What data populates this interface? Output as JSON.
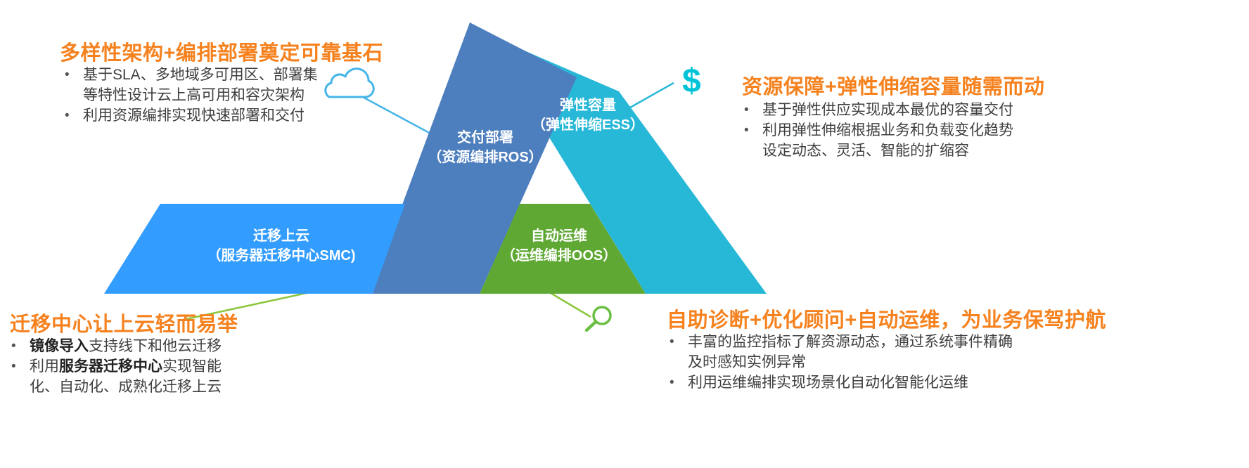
{
  "figure": {
    "bands": {
      "deploy": {
        "title": "交付部署",
        "subtitle": "（资源编排ROS）",
        "color": "#4d7ebe"
      },
      "elastic": {
        "title": "弹性容量",
        "subtitle": "（弹性伸缩ESS）",
        "color": "#27b7d7"
      },
      "ops": {
        "title": "自动运维",
        "subtitle": "（运维编排OOS）",
        "color": "#5fa834"
      },
      "migrate": {
        "title": "迁移上云",
        "subtitle": "（服务器迁移中心SMC)",
        "color": "#339dff"
      }
    },
    "dollar_glyph": "$",
    "accent_colors": {
      "cloud": "#45b5e8",
      "dollar": "#00c3d7",
      "magnifier": "#6abf43",
      "line_blue": "#45b5e8",
      "line_cyan": "#29b8d8",
      "line_green": "#8cc63f"
    }
  },
  "ui": {
    "bullet_char": "•",
    "heading_color": "#f5821f",
    "text_color": "#3f3f3f"
  },
  "callouts": {
    "top_left": {
      "heading": "多样性架构+编排部署奠定可靠基石",
      "bullet1_line1": "基于SLA、多地域多可用区、部署集",
      "bullet1_line2": "等特性设计云上高可用和容灾架构",
      "bullet2_line1": "利用资源编排实现快速部署和交付"
    },
    "top_right": {
      "heading": "资源保障+弹性伸缩容量随需而动",
      "bullet1_line1": "基于弹性供应实现成本最优的容量交付",
      "bullet2_line1": "利用弹性伸缩根据业务和负载变化趋势",
      "bullet2_line2": "设定动态、灵活、智能的扩缩容"
    },
    "bottom_left": {
      "heading": "迁移中心让上云轻而易举",
      "bullet1_bold": "镜像导入",
      "bullet1_rest": "支持线下和他云迁移",
      "bullet2_pre": "利用",
      "bullet2_bold": "服务器迁移中心",
      "bullet2_post": "实现智能",
      "bullet2_line2": "化、自动化、成熟化迁移上云"
    },
    "bottom_right": {
      "heading": "自助诊断+优化顾问+自动运维，为业务保驾护航",
      "bullet1_line1": "丰富的监控指标了解资源动态，通过系统事件精确",
      "bullet1_line2": "及时感知实例异常",
      "bullet2_line1": "利用运维编排实现场景化自动化智能化运维"
    }
  }
}
